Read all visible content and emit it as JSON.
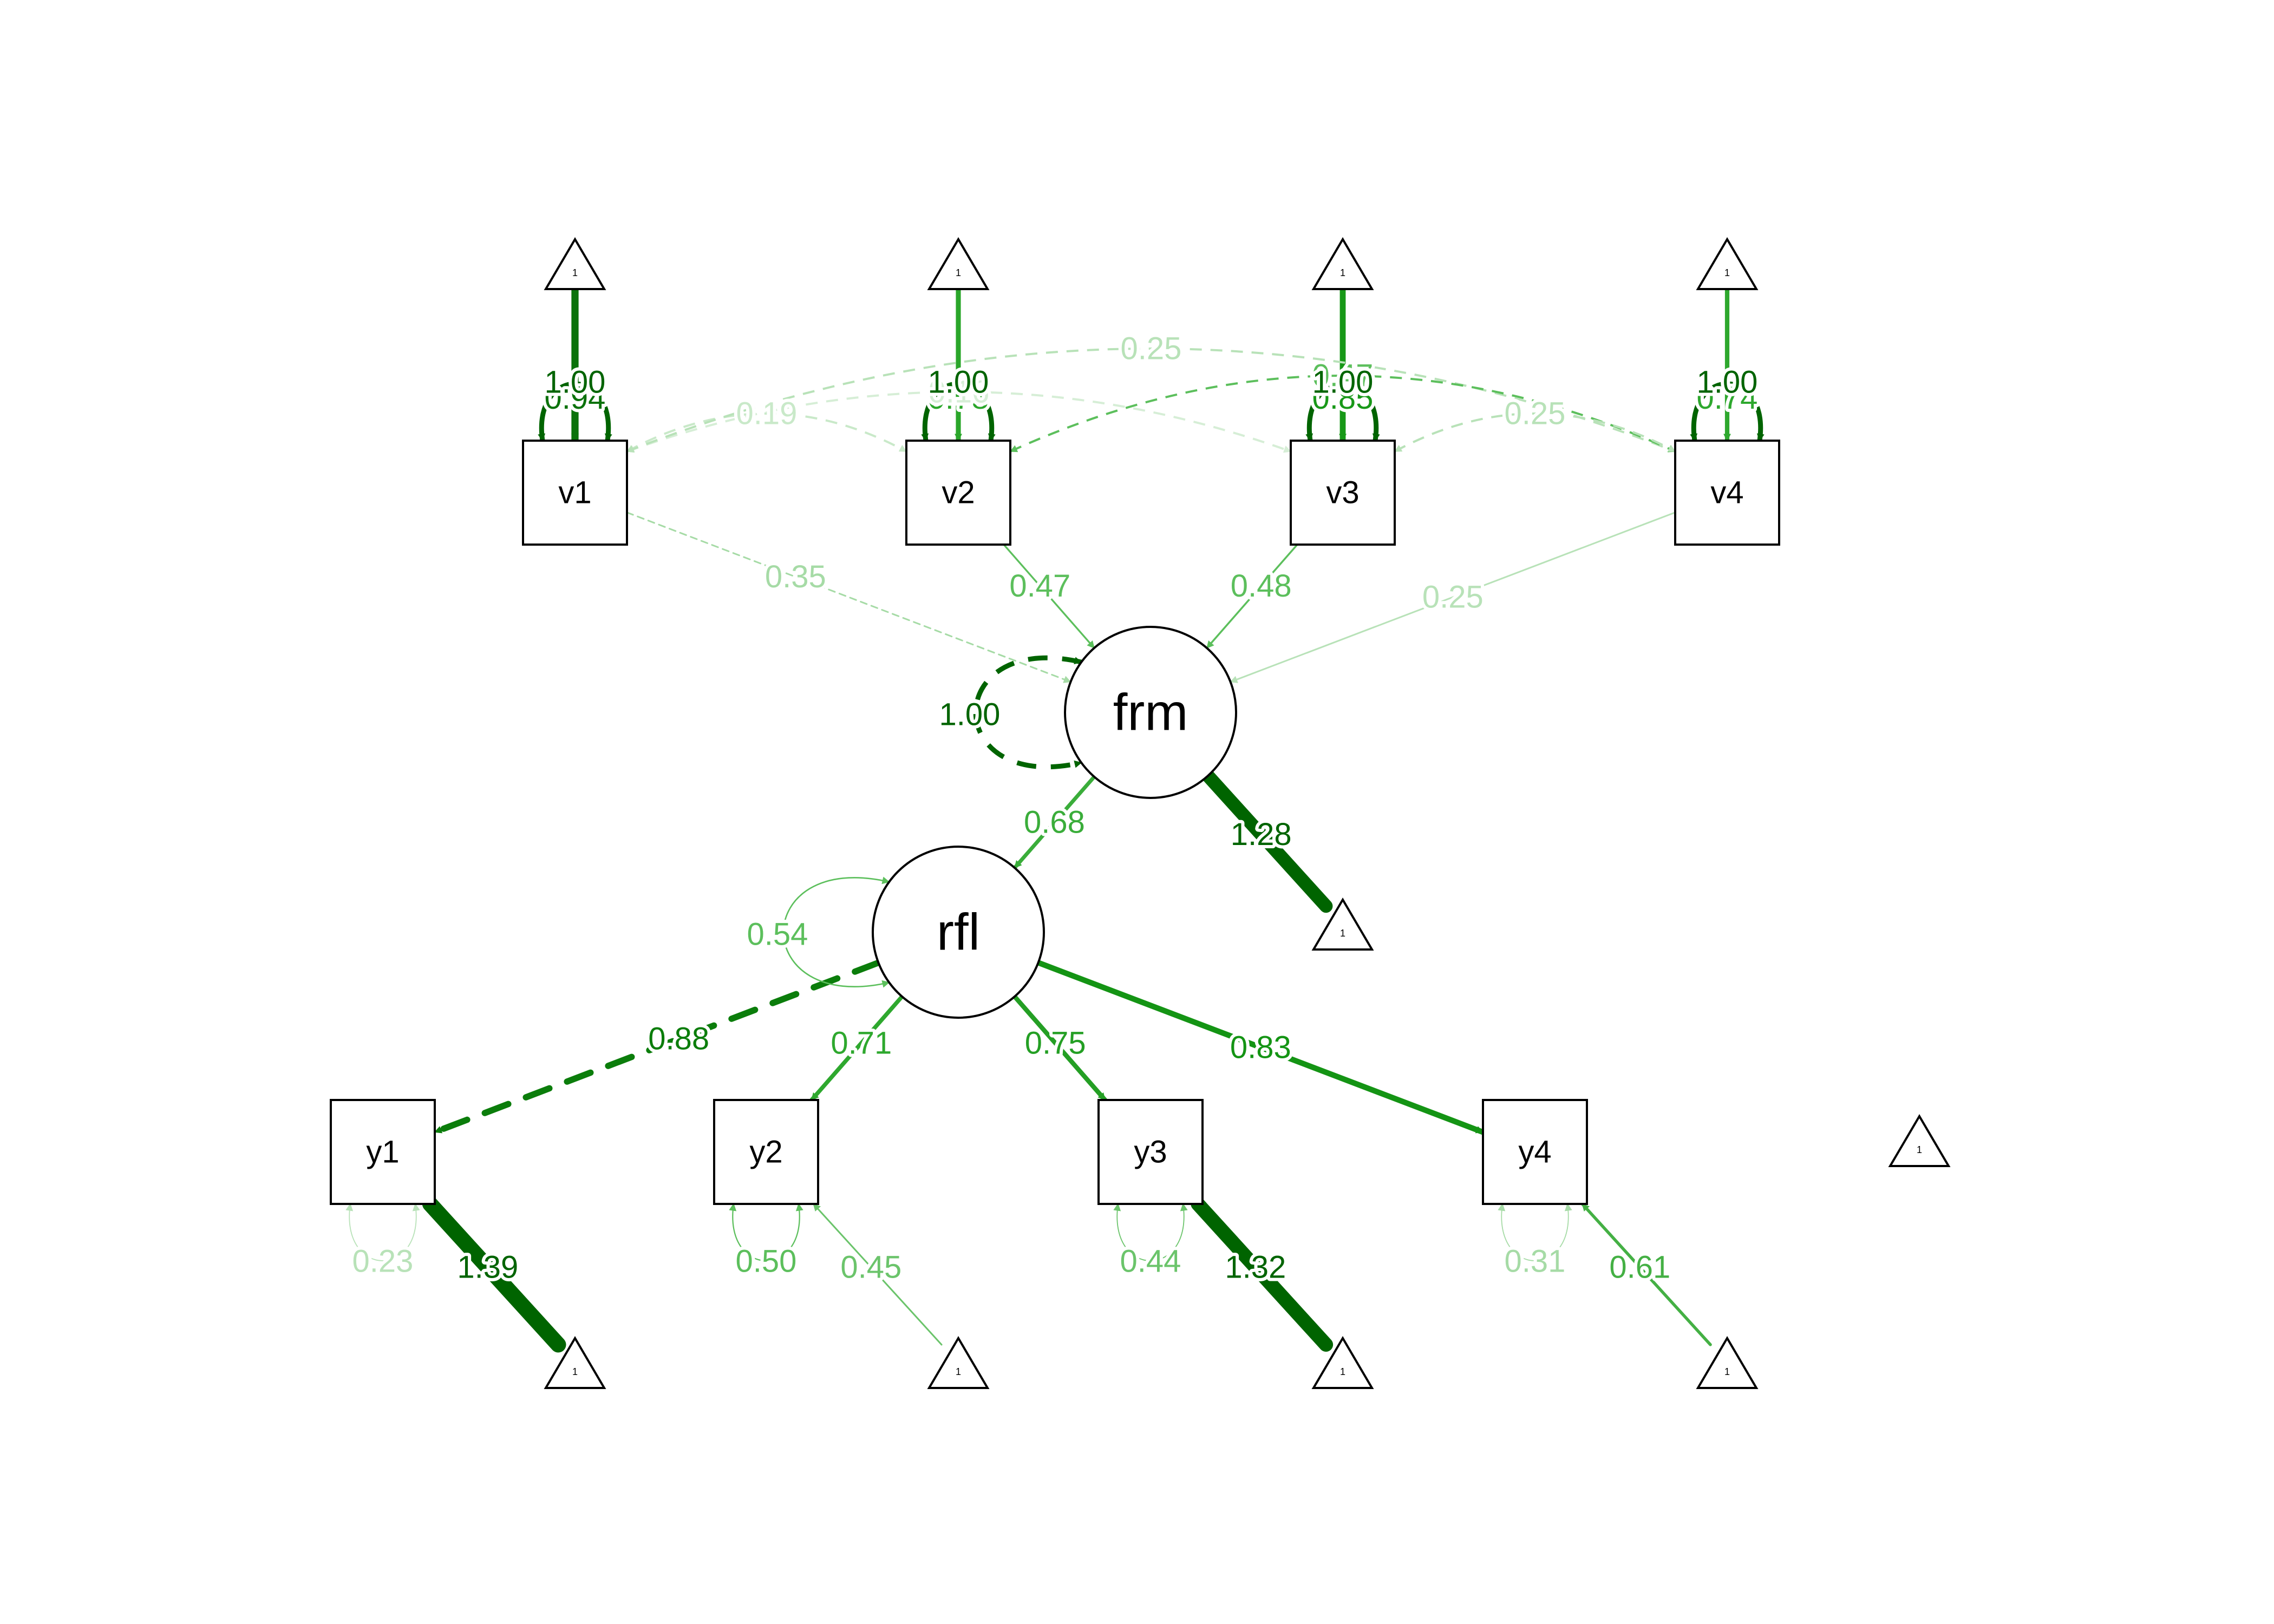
{
  "diagram": {
    "nodes": [
      {
        "id": "v1",
        "label": "v1",
        "shape": "box"
      },
      {
        "id": "v2",
        "label": "v2",
        "shape": "box"
      },
      {
        "id": "v3",
        "label": "v3",
        "shape": "box"
      },
      {
        "id": "v4",
        "label": "v4",
        "shape": "box"
      },
      {
        "id": "frm",
        "label": "frm",
        "shape": "circle"
      },
      {
        "id": "rfl",
        "label": "rfl",
        "shape": "circle"
      },
      {
        "id": "y1",
        "label": "y1",
        "shape": "box"
      },
      {
        "id": "y2",
        "label": "y2",
        "shape": "box"
      },
      {
        "id": "y3",
        "label": "y3",
        "shape": "box"
      },
      {
        "id": "y4",
        "label": "y4",
        "shape": "box"
      }
    ],
    "intercepts": [
      {
        "id": "t_v1",
        "label": "1"
      },
      {
        "id": "t_v2",
        "label": "1"
      },
      {
        "id": "t_v3",
        "label": "1"
      },
      {
        "id": "t_v4",
        "label": "1"
      },
      {
        "id": "t_frm",
        "label": "1"
      },
      {
        "id": "t_rfl",
        "label": "1"
      },
      {
        "id": "t_y1",
        "label": "1"
      },
      {
        "id": "t_y2",
        "label": "1"
      },
      {
        "id": "t_y3",
        "label": "1"
      },
      {
        "id": "t_y4",
        "label": "1"
      }
    ],
    "edges": [
      {
        "from": "v1",
        "to": "frm",
        "label": "0.35",
        "color": "#a6dba6",
        "dashed": true
      },
      {
        "from": "v2",
        "to": "frm",
        "label": "0.47",
        "color": "#5cbf5c",
        "dashed": false
      },
      {
        "from": "v3",
        "to": "frm",
        "label": "0.48",
        "color": "#5cbf5c",
        "dashed": false
      },
      {
        "from": "v4",
        "to": "frm",
        "label": "0.25",
        "color": "#b8e2b8",
        "dashed": false
      },
      {
        "from": "frm",
        "to": "rfl",
        "label": "0.68",
        "color": "#3aad3a",
        "dashed": false
      },
      {
        "from": "rfl",
        "to": "y1",
        "label": "0.88",
        "color": "#0b7d0b",
        "dashed": true
      },
      {
        "from": "rfl",
        "to": "y2",
        "label": "0.71",
        "color": "#2ea82e",
        "dashed": false
      },
      {
        "from": "rfl",
        "to": "y3",
        "label": "0.75",
        "color": "#249f24",
        "dashed": false
      },
      {
        "from": "rfl",
        "to": "y4",
        "label": "0.83",
        "color": "#149414",
        "dashed": false
      }
    ],
    "intercept_edges": [
      {
        "from": "t_v1",
        "to": "v1",
        "label": "0.94",
        "color": "#0b720b"
      },
      {
        "from": "t_v2",
        "to": "v2",
        "label": "0.78",
        "color": "#2aa62a"
      },
      {
        "from": "t_v3",
        "to": "v3",
        "label": "0.85",
        "color": "#189818"
      },
      {
        "from": "t_v4",
        "to": "v4",
        "label": "0.74",
        "color": "#2ea82e"
      },
      {
        "from": "t_frm",
        "to": "frm",
        "label": "1.28",
        "color": "#006400"
      },
      {
        "from": "t_y1",
        "to": "y1",
        "label": "1.39",
        "color": "#006400"
      },
      {
        "from": "t_y2",
        "to": "y2",
        "label": "0.45",
        "color": "#6bc46b"
      },
      {
        "from": "t_y3",
        "to": "y3",
        "label": "1.32",
        "color": "#006400"
      },
      {
        "from": "t_y4",
        "to": "y4",
        "label": "0.61",
        "color": "#44b044"
      }
    ],
    "covariances": [
      {
        "from": "v1",
        "to": "v2",
        "label": "0.19",
        "color": "#c9e9c9"
      },
      {
        "from": "v1",
        "to": "v3",
        "label": "0.16",
        "color": "#d6eed6"
      },
      {
        "from": "v1",
        "to": "v4",
        "label": "0.25",
        "color": "#b8e2b8"
      },
      {
        "from": "v2",
        "to": "v4",
        "label": "0.47",
        "color": "#5cbf5c"
      },
      {
        "from": "v3",
        "to": "v4",
        "label": "0.25",
        "color": "#b8e2b8"
      }
    ],
    "variances": [
      {
        "node": "v1",
        "label": "1.00",
        "color": "#006400",
        "dashed": false
      },
      {
        "node": "v2",
        "label": "1.00",
        "color": "#006400",
        "dashed": false
      },
      {
        "node": "v3",
        "label": "1.00",
        "color": "#006400",
        "dashed": false
      },
      {
        "node": "v4",
        "label": "1.00",
        "color": "#006400",
        "dashed": false
      },
      {
        "node": "frm",
        "label": "1.00",
        "color": "#006400",
        "dashed": true
      },
      {
        "node": "rfl",
        "label": "0.54",
        "color": "#5cbf5c",
        "dashed": false
      },
      {
        "node": "y1",
        "label": "0.23",
        "color": "#b8e2b8",
        "dashed": false
      },
      {
        "node": "y2",
        "label": "0.50",
        "color": "#5cbf5c",
        "dashed": false
      },
      {
        "node": "y3",
        "label": "0.44",
        "color": "#6bc46b",
        "dashed": false
      },
      {
        "node": "y4",
        "label": "0.31",
        "color": "#a6dba6",
        "dashed": false
      }
    ]
  }
}
